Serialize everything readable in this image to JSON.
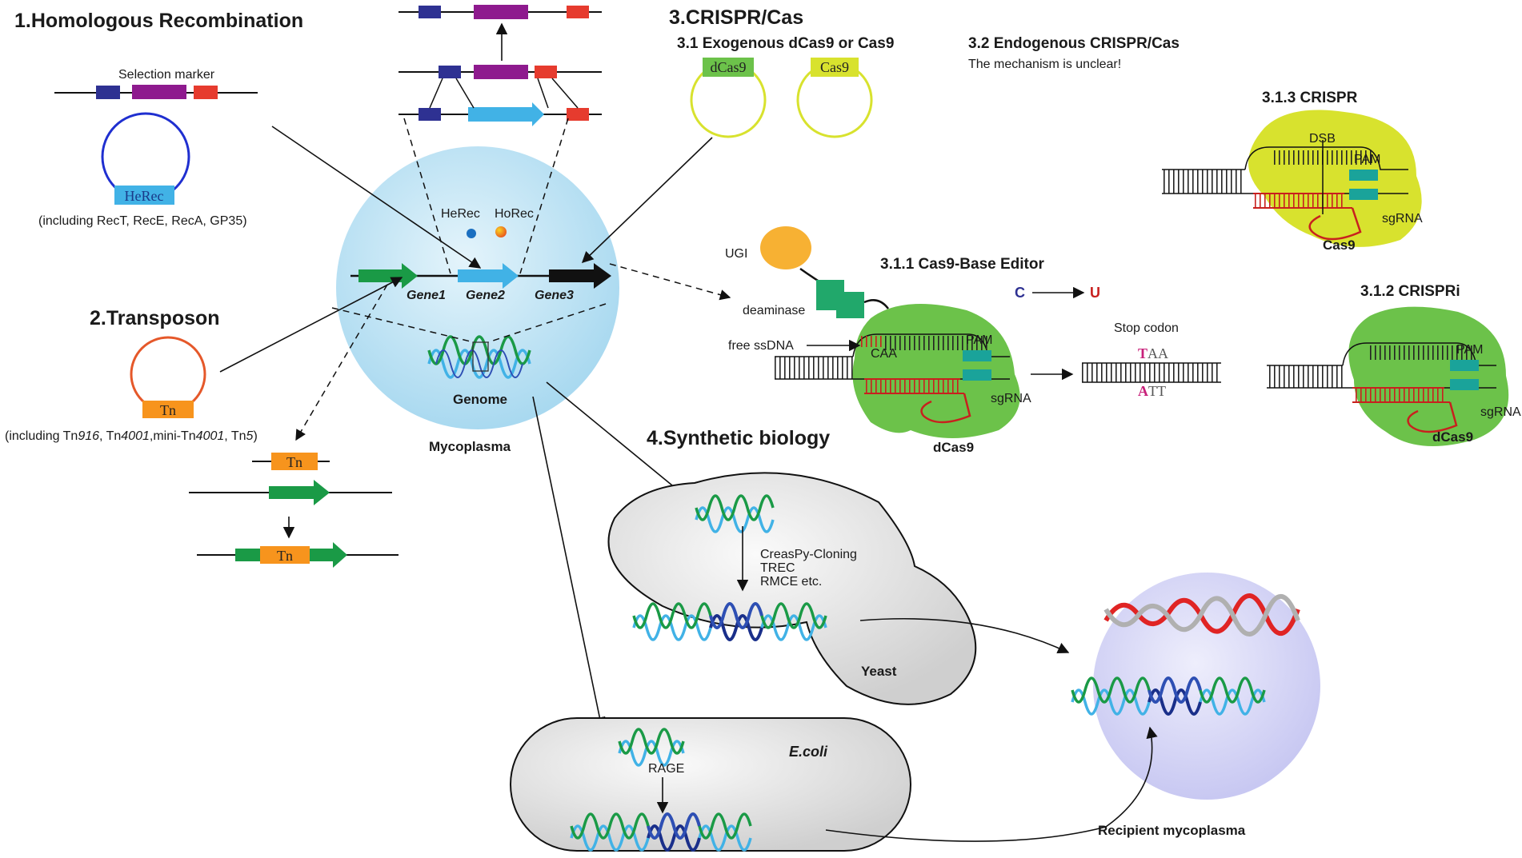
{
  "sections": {
    "homologous_recombination": {
      "title": "1.Homologous Recombination",
      "selection_marker": "Selection marker",
      "plasmid_label": "HeRec",
      "note": "(including RecT, RecE, RecA, GP35)"
    },
    "transposon": {
      "title": "2.Transposon",
      "plasmid_label": "Tn",
      "note_parts": [
        "(including Tn",
        "916",
        ", Tn",
        "4001",
        ",mini-Tn",
        "4001",
        ", Tn",
        "5",
        ")"
      ],
      "insert_label_top": "Tn",
      "insert_label_bottom": "Tn"
    },
    "crispr": {
      "title": "3.CRISPR/Cas",
      "sub1": "3.1 Exogenous dCas9 or Cas9",
      "plasmid_dcas9": "dCas9",
      "plasmid_cas9": "Cas9",
      "sub2": "3.2 Endogenous CRISPR/Cas",
      "sub2_note": "The mechanism is unclear!",
      "base_editor": {
        "title": "3.1.1 Cas9-Base Editor",
        "ugi": "UGI",
        "deaminase": "deaminase",
        "free_ssdna": "free ssDNA",
        "caa": "CAA",
        "pam": "PAM",
        "sgrna": "sgRNA",
        "protein": "dCas9",
        "c_letter": "C",
        "u_letter": "U",
        "stop_codon": "Stop codon",
        "taa_t": "T",
        "taa_rest": "AA",
        "att_a": "A",
        "att_rest": "TT"
      },
      "crispri": {
        "title": "3.1.2 CRISPRi",
        "pam": "PAM",
        "sgrna": "sgRNA",
        "protein": "dCas9"
      },
      "crispr_cut": {
        "title": "3.1.3 CRISPR",
        "dsb": "DSB",
        "pam": "PAM",
        "sgrna": "sgRNA",
        "protein": "Cas9"
      }
    },
    "mycoplasma": {
      "label": "Mycoplasma",
      "herec": "HeRec",
      "horec": "HoRec",
      "genes": [
        "Gene1",
        "Gene2",
        "Gene3"
      ],
      "genome": "Genome"
    },
    "synthetic_biology": {
      "title": "4.Synthetic biology",
      "yeast_methods": [
        "CreasPy-Cloning",
        "TREC",
        "RMCE etc."
      ],
      "yeast": "Yeast",
      "ecoli": "E.coli",
      "rage": "RAGE",
      "recipient": "Recipient mycoplasma"
    }
  },
  "colors": {
    "cell_blue": "#bfe3f4",
    "protein_green": "#6cc24a",
    "protein_yellow": "#d8e22e",
    "recipient_purple": "#d7d7f7",
    "gene_green": "#1a9a46",
    "gene_blue": "#41b2e6",
    "marker_purple": "#8e1a8e",
    "marker_navy": "#2e3192",
    "marker_red": "#e63b2e",
    "tn_orange": "#f7941d",
    "teal_pam": "#1aa39a",
    "sgrna_red": "#c8201e"
  }
}
